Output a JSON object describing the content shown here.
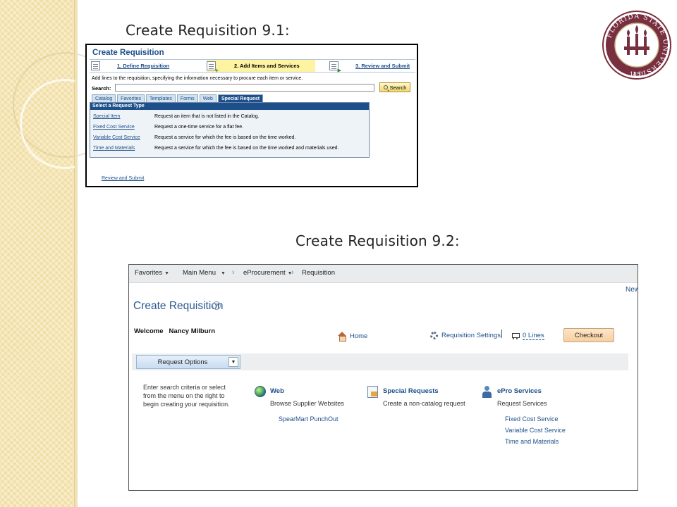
{
  "captions": {
    "first": "Create Requisition 9.1:",
    "second": "Create Requisition 9.2:"
  },
  "seal": {
    "text": "FLORIDA STATE UNIVERSITY",
    "year": "1851",
    "colors": {
      "ring": "#782f40",
      "gold": "#ceb888"
    }
  },
  "v91": {
    "title": "Create Requisition",
    "steps": [
      {
        "label": "1. Define Requisition"
      },
      {
        "label": "2. Add Items and Services"
      },
      {
        "label": "3. Review and Submit"
      }
    ],
    "instructions": "Add lines to the requisition, specifying the information necessary to procure each item or service.",
    "search_label": "Search:",
    "search_button": "Search",
    "tabs": [
      "Catalog",
      "Favorites",
      "Templates",
      "Forms",
      "Web",
      "Special Request"
    ],
    "panel_title": "Select a Request Type",
    "request_types": [
      {
        "link": "Special Item",
        "description": "Request an item that is not listed in the Catalog."
      },
      {
        "link": "Fixed Cost Service",
        "description": "Request a one-time service for a flat fee."
      },
      {
        "link": "Variable Cost Service",
        "description": "Request a service for which the fee is based on the time worked."
      },
      {
        "link": "Time and Materials",
        "description": "Request a service for which the fee is based on the time worked and materials used."
      }
    ],
    "bottom_link": "Review and Submit"
  },
  "v92": {
    "nav": {
      "favorites": "Favorites",
      "main_menu": "Main Menu",
      "eprocurement": "eProcurement",
      "requisition": "Requisition"
    },
    "new_link": "New",
    "title": "Create Requisition",
    "help": "?",
    "welcome_label": "Welcome",
    "welcome_name": "Nancy Milburn",
    "home": "Home",
    "requisition_settings": "Requisition Settings",
    "lines": "0 Lines",
    "checkout": "Checkout",
    "request_options": "Request Options",
    "intro": "Enter search criteria or select from the menu on the right to begin creating your requisition.",
    "web": {
      "title": "Web",
      "subtitle": "Browse Supplier Websites",
      "link": "SpearMart PunchOut"
    },
    "special": {
      "title": "Special Requests",
      "subtitle": "Create a non-catalog request"
    },
    "epro": {
      "title": "ePro Services",
      "subtitle": "Request Services",
      "links": [
        "Fixed Cost Service",
        "Variable Cost Service",
        "Time and Materials"
      ]
    }
  }
}
